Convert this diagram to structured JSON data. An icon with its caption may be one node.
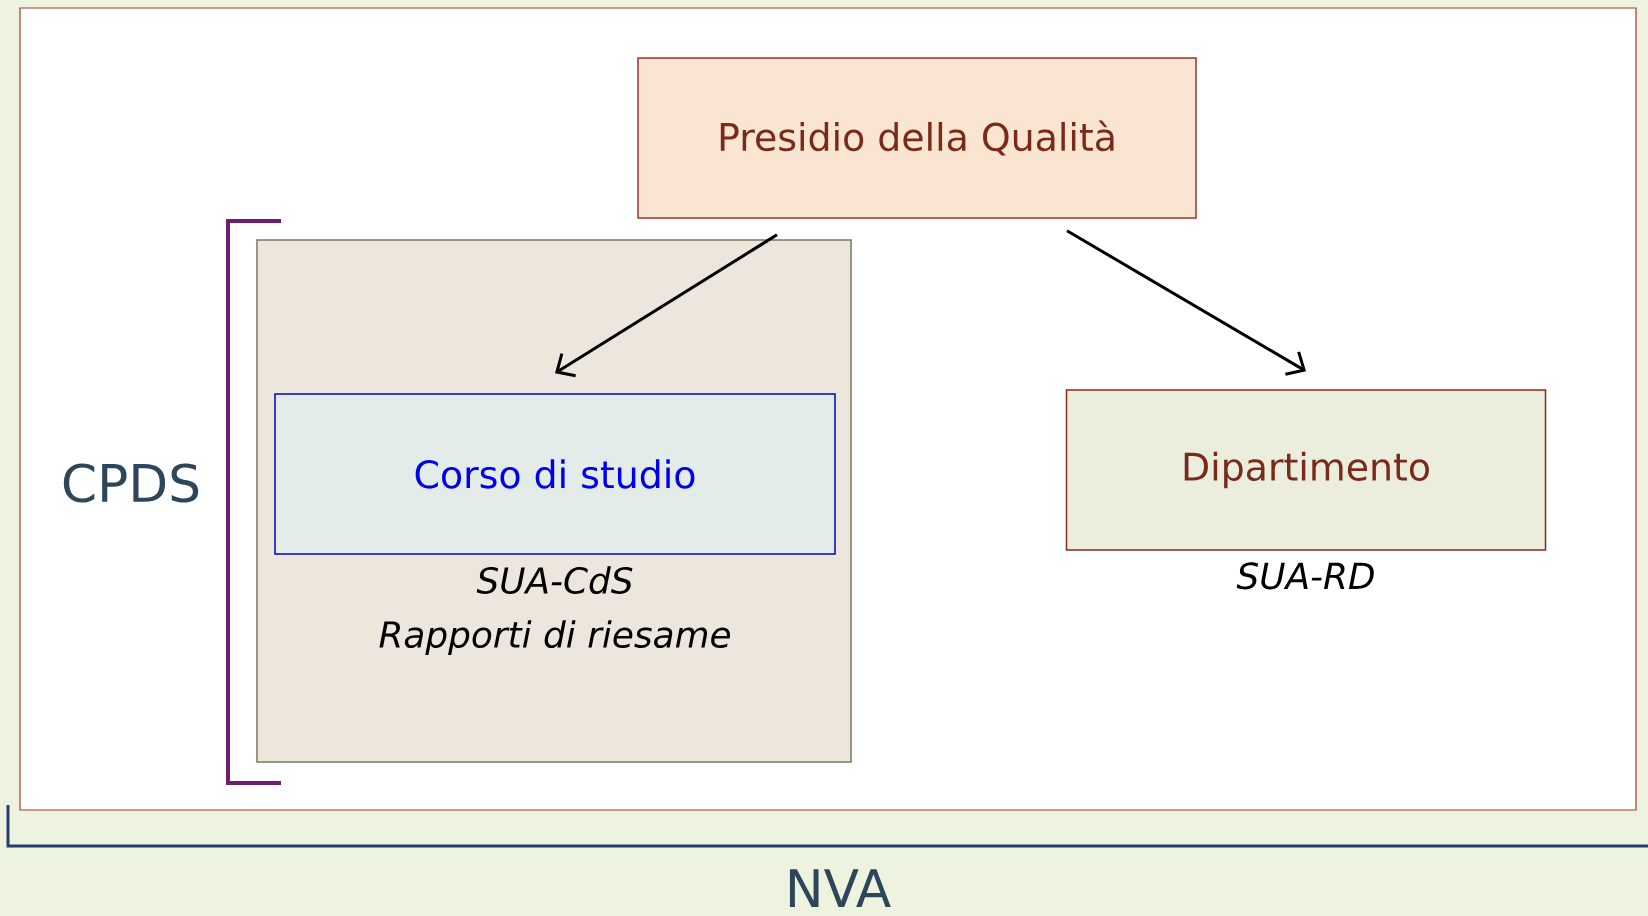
{
  "diagram": {
    "nodes": [
      {
        "text": [
          "Presidio della Qualità"
        ]
      },
      {
        "text": [],
        "shape": "box"
      },
      {
        "text": [
          "Corso di studio"
        ],
        "in": 1,
        "beside": [
          "SUA-CdS",
          "Rapporti di riesame"
        ]
      },
      {
        "text": [
          "Dipartimento"
        ],
        "beside": [
          "SUA-RD"
        ]
      }
    ],
    "edges": [
      {
        "from": 0,
        "to": 2,
        "arrow": "to"
      },
      {
        "from": 0,
        "to": 3,
        "arrow": "to"
      }
    ],
    "labels": [
      "CPDS",
      "NVA"
    ]
  }
}
